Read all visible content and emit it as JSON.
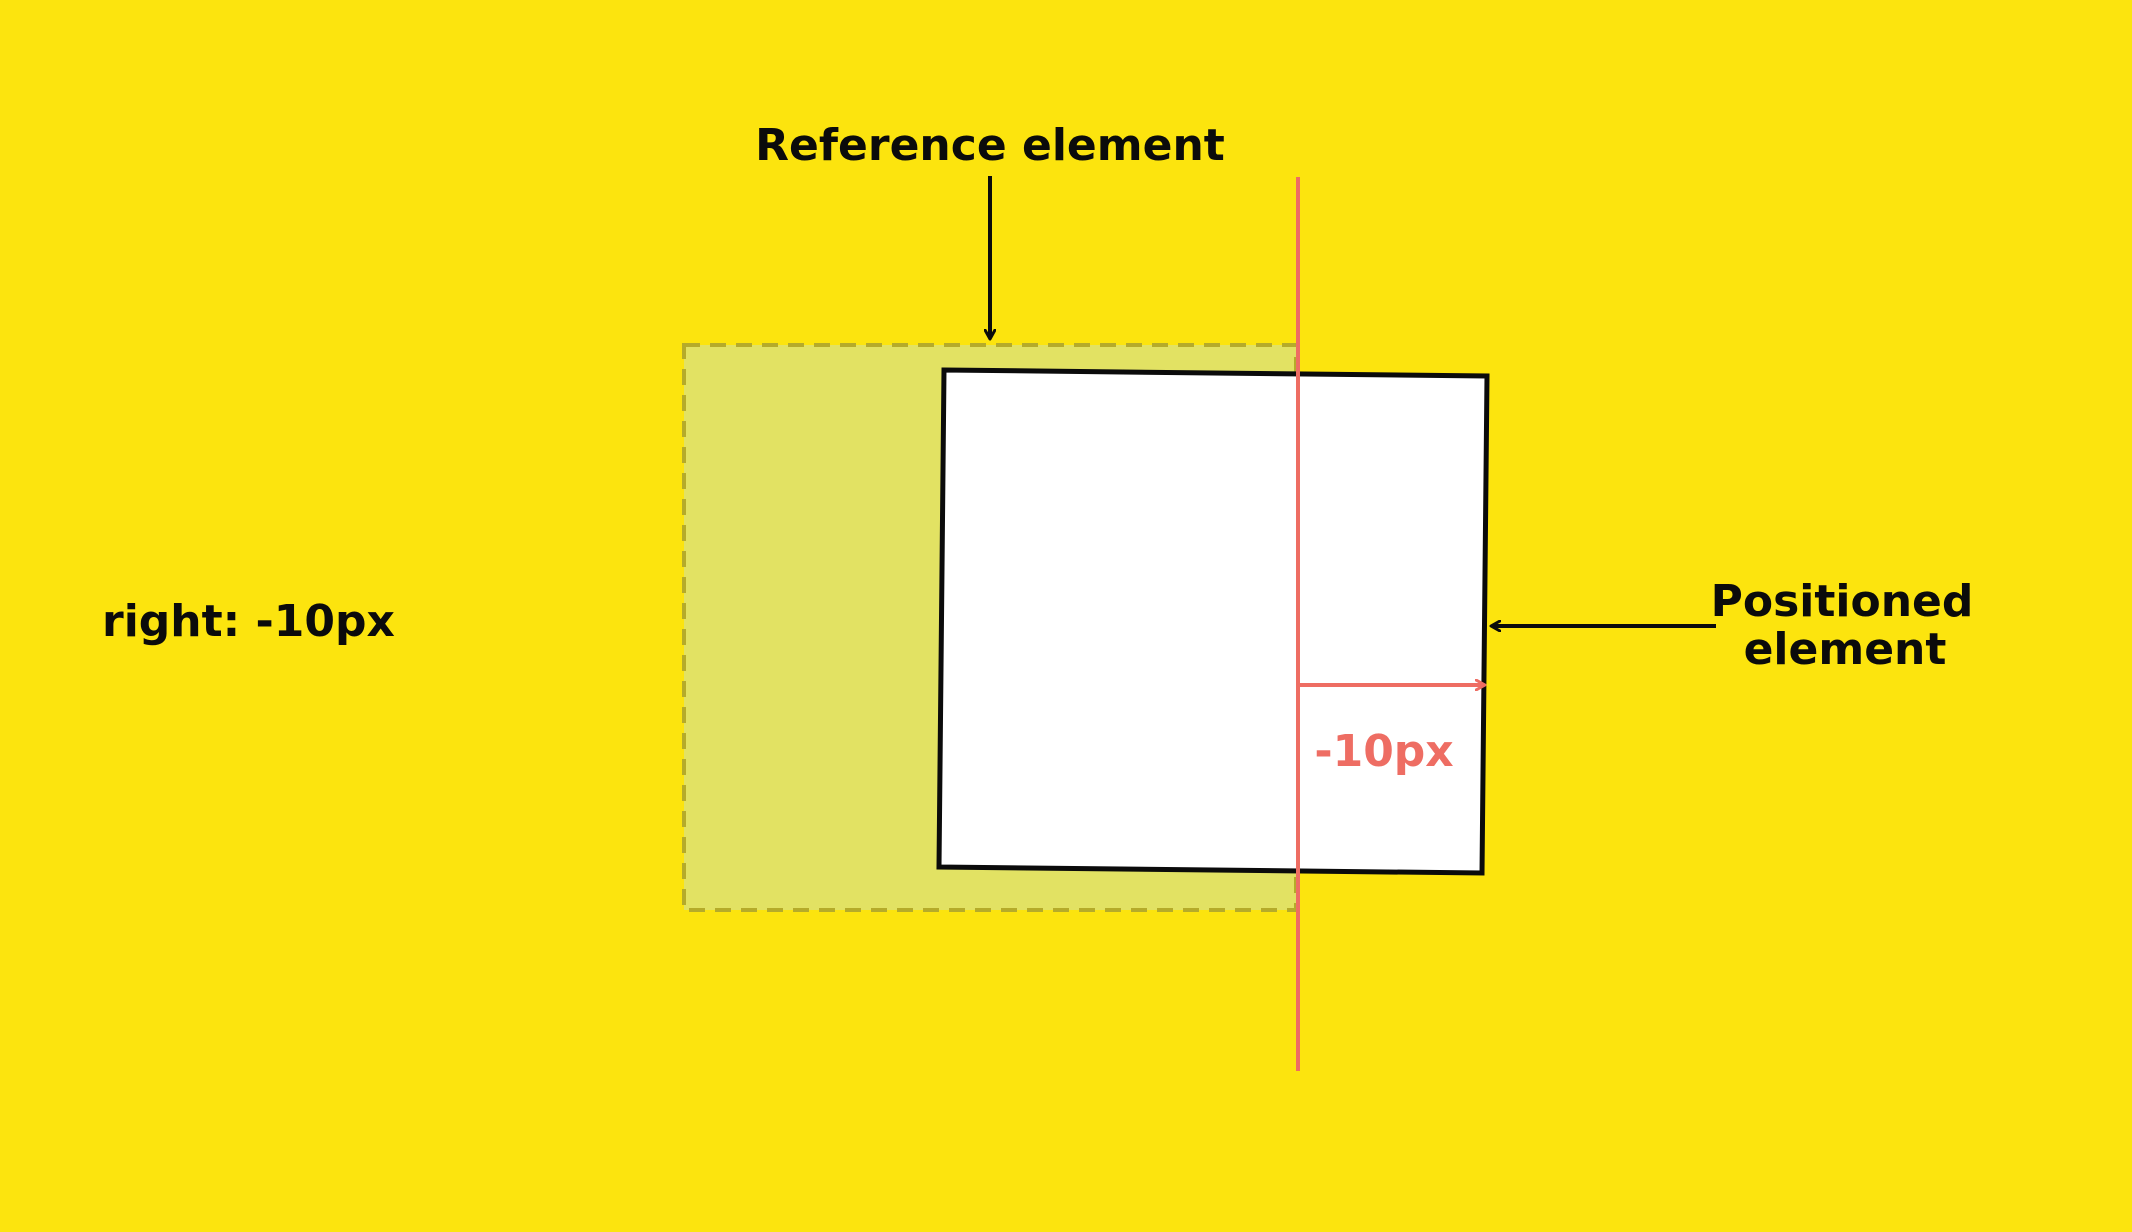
{
  "diagram": {
    "property_label": "right: -10px",
    "reference_label": "Reference element",
    "positioned_label_line1": "Positioned",
    "positioned_label_line2": "element",
    "offset_label": "-10px"
  },
  "colors": {
    "background": "#fce40e",
    "reference_fill": "#e2e263",
    "reference_border": "#b5ab2a",
    "positioned_fill": "#ffffff",
    "outline": "#0b0b0b",
    "guide": "#ee6d63"
  }
}
